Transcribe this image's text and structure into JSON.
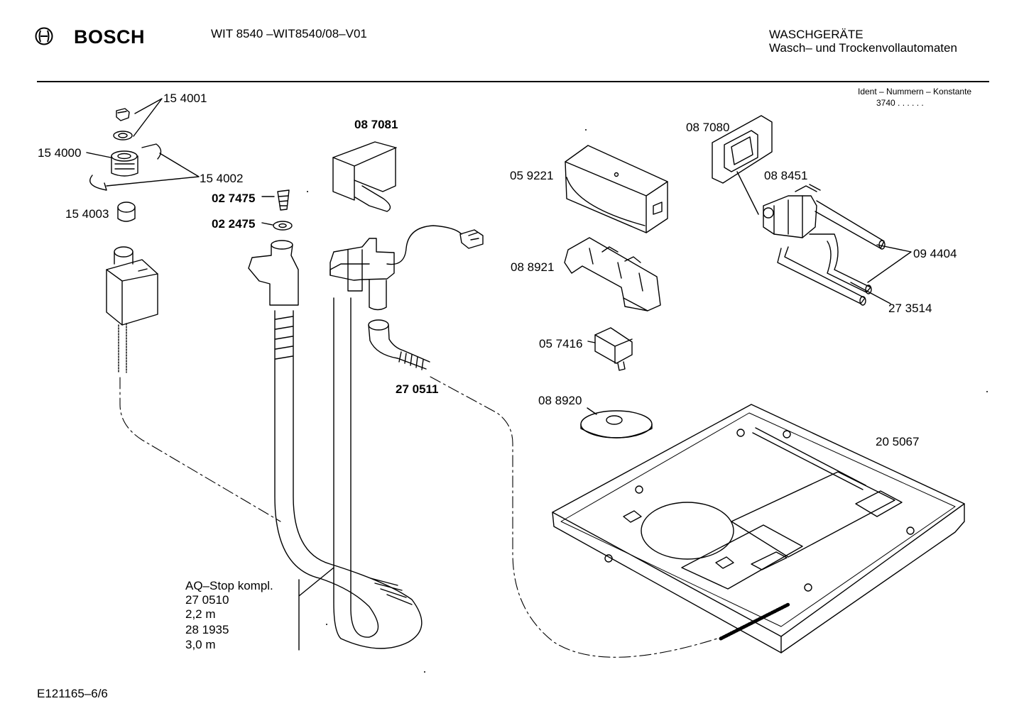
{
  "header": {
    "brand": "BOSCH",
    "model": "WIT 8540 –WIT8540/08–V01",
    "category": "WASCHGERÄTE",
    "subcategory": "Wasch– und Trockenvollautomaten"
  },
  "ident": {
    "label": "Ident – Nummern – Konstante",
    "value": "3740 . . . . . ."
  },
  "parts": [
    {
      "id": "15 4001",
      "bold": false
    },
    {
      "id": "15 4000",
      "bold": false
    },
    {
      "id": "15 4002",
      "bold": false
    },
    {
      "id": "15 4003",
      "bold": false
    },
    {
      "id": "08 7081",
      "bold": true
    },
    {
      "id": "02 7475",
      "bold": true
    },
    {
      "id": "02 2475",
      "bold": true
    },
    {
      "id": "27 0511",
      "bold": true
    },
    {
      "id": "08 7080",
      "bold": false
    },
    {
      "id": "05 9221",
      "bold": false
    },
    {
      "id": "08 8451",
      "bold": false
    },
    {
      "id": "08 8921",
      "bold": false
    },
    {
      "id": "09 4404",
      "bold": false
    },
    {
      "id": "27 3514",
      "bold": false
    },
    {
      "id": "05 7416",
      "bold": false
    },
    {
      "id": "08 8920",
      "bold": false
    },
    {
      "id": "20 5067",
      "bold": false
    }
  ],
  "aqstop": {
    "title": "AQ–Stop kompl.",
    "lines": [
      "27 0510",
      "2,2 m",
      "28 1935",
      "3,0 m"
    ]
  },
  "footer": {
    "drawing_id": "E121165–6/6"
  }
}
